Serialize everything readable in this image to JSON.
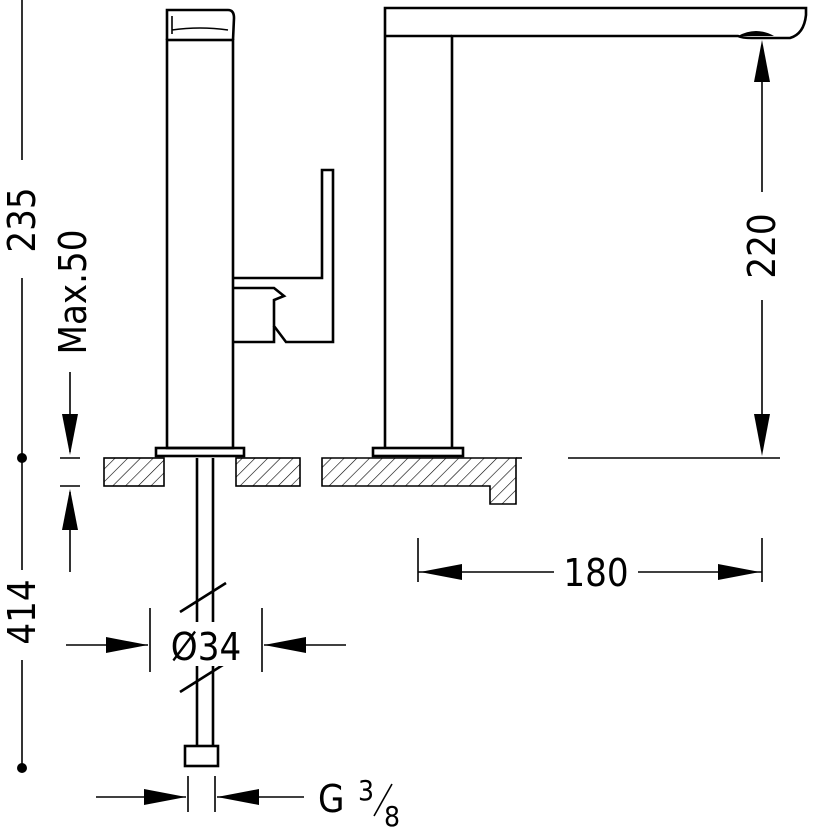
{
  "dimensions": {
    "overall_height_top": "235",
    "max_deck_thickness": "Max.50",
    "spout_height": "220",
    "spout_reach": "180",
    "overall_height_bottom": "414",
    "hole_diameter": "Ø34",
    "connection_thread_prefix": "G",
    "connection_thread_numerator": "3",
    "connection_thread_denominator": "8"
  }
}
